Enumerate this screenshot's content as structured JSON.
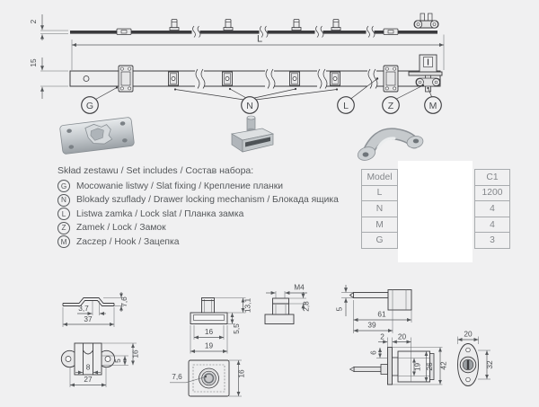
{
  "assembly": {
    "dim_top_thickness": "2",
    "dim_length": "L",
    "dim_slat_width": "15",
    "callouts": {
      "g": "G",
      "n": "N",
      "l": "L",
      "z": "Z",
      "m": "M"
    }
  },
  "legend": {
    "title": "Skład zestawu / Set includes / Состав набора:",
    "items": [
      {
        "key": "G",
        "label": "Mocowanie listwy / Slat fixing / Крепление планки"
      },
      {
        "key": "N",
        "label": "Blokady szuflady / Drawer locking mechanism / Блокада ящика"
      },
      {
        "key": "L",
        "label": "Listwa zamka / Lock slat / Планка замка"
      },
      {
        "key": "Z",
        "label": "Zamek / Lock / Замок"
      },
      {
        "key": "M",
        "label": "Zaczep / Hook / Зацепка"
      }
    ]
  },
  "spec_table": {
    "param_header": "Model",
    "params": [
      "L",
      "N",
      "M",
      "G"
    ],
    "model_header": "C1",
    "model_values": [
      "1200",
      "4",
      "4",
      "3"
    ]
  },
  "fixing_dims": {
    "profile_inner": "3,7",
    "profile_width": "37",
    "profile_height": "7,6",
    "plan_slot": "8",
    "plan_width": "27",
    "plan_offset": "5",
    "plan_height": "16"
  },
  "block_dims": {
    "front_inner": "16",
    "front_width": "19",
    "front_height": "13,1",
    "front_base": "5,5",
    "side_thread": "M4",
    "side_cap": "2,8",
    "bottom_hole": "7,6",
    "bottom_height": "16"
  },
  "lock_dims": {
    "lever_thickness": "5",
    "total_length": "61",
    "lever_length": "39",
    "flange_thickness": "2",
    "body_length": "20",
    "tip_offset": "6",
    "inner_dia": "19",
    "body_dia": "26",
    "total_height": "42",
    "face_width": "20",
    "face_height": "32"
  }
}
